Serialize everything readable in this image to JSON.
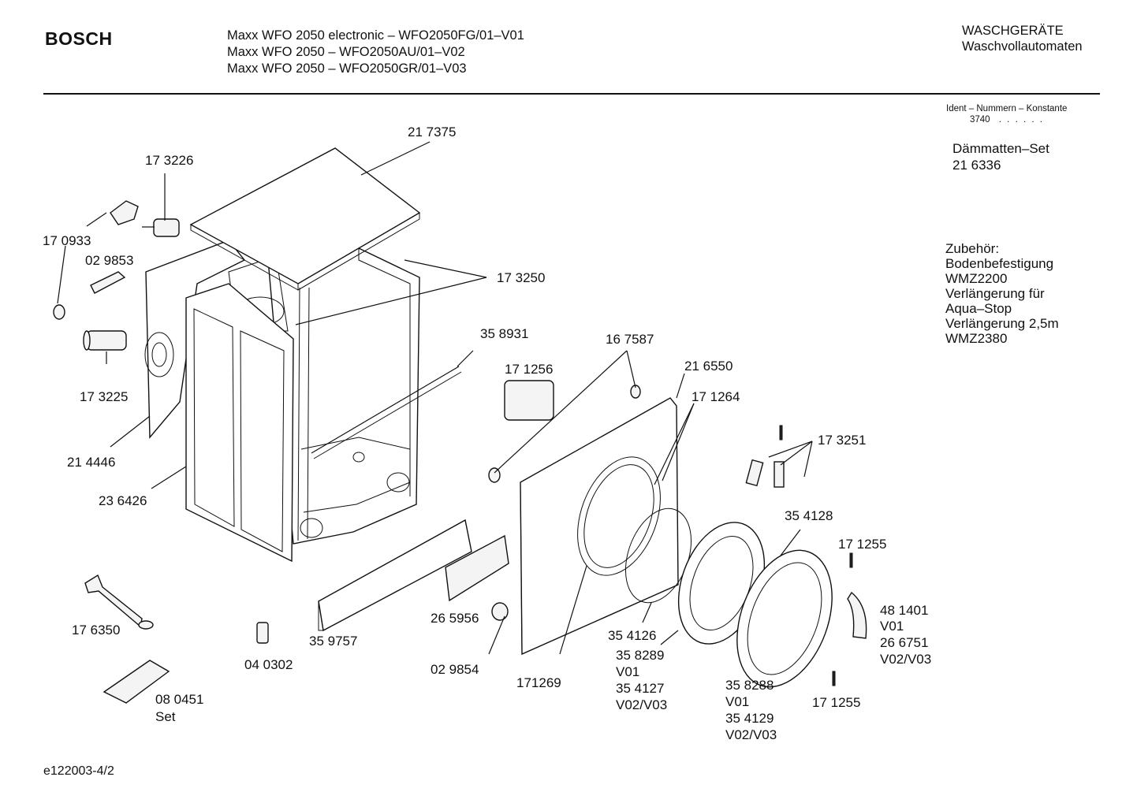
{
  "header": {
    "brand": "BOSCH",
    "models": [
      "Maxx WFO 2050 electronic – WFO2050FG/01–V01",
      "Maxx WFO 2050 – WFO2050AU/01–V02",
      "Maxx WFO 2050 – WFO2050GR/01–V03"
    ],
    "category_line1": "WASCHGERÄTE",
    "category_line2": "Waschvollautomaten"
  },
  "ident": {
    "label": "Ident – Nummern – Konstante",
    "value": "3740",
    "dots": ". . . . . ."
  },
  "insulation_set": {
    "name": "Dämmatten–Set",
    "number": "21 6336"
  },
  "accessories": {
    "lines": [
      "Zubehör:",
      "Bodenbefestigung",
      "WMZ2200",
      "Verlängerung für",
      "Aqua–Stop",
      "Verlängerung 2,5m",
      "WMZ2380"
    ]
  },
  "part_labels": {
    "p217375": "21 7375",
    "p173226": "17 3226",
    "p170933": "17 0933",
    "p029853": "02 9853",
    "p173250": "17 3250",
    "p358931": "35 8931",
    "p167587": "16 7587",
    "p171256": "17 1256",
    "p216550": "21 6550",
    "p171264": "17 1264",
    "p173251": "17 3251",
    "p173225": "17 3225",
    "p214446": "21 4446",
    "p236426": "23 6426",
    "p354128": "35 4128",
    "p171255a": "17 1255",
    "p481401": "48 1401",
    "p481401_v1": "V01",
    "p266751": "26 6751",
    "p266751_v": "V02/V03",
    "p176350": "17 6350",
    "p040302": "04 0302",
    "p359757": "35 9757",
    "p265956": "26 5956",
    "p029854": "02 9854",
    "p171269": "171269",
    "p354126": "35 4126",
    "p358289": "35 8289",
    "p358289_v": "V01",
    "p354127": "35 4127",
    "p354127_v": "V02/V03",
    "p358288": "35 8288",
    "p358288_v": "V01",
    "p354129": "35 4129",
    "p354129_v": "V02/V03",
    "p171255b": "17 1255",
    "p080451": "08 0451",
    "p080451_set": "Set"
  },
  "footer": {
    "code": "e122003-4/2"
  }
}
